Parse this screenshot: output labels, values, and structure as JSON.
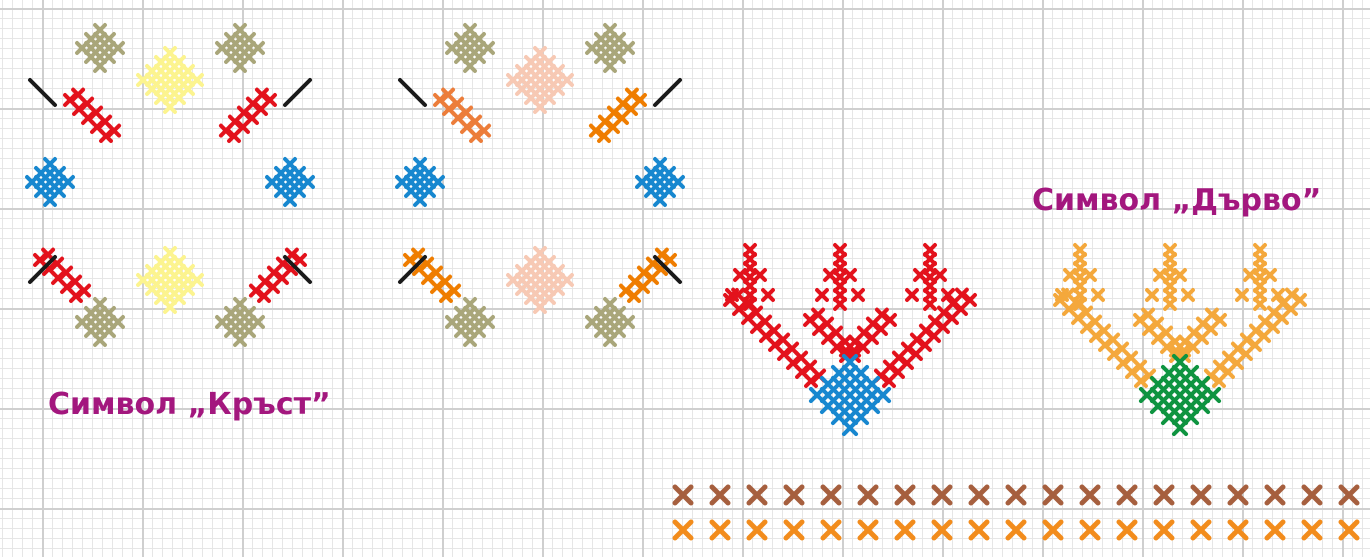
{
  "labels": {
    "cross_symbol": "Символ „Кръст”",
    "tree_symbol": "Символ „Дърво”"
  },
  "colors": {
    "olive": "#a9a67a",
    "yellow": "#fcf48f",
    "red": "#e3121c",
    "blue": "#1787cf",
    "black": "#1a1a1a",
    "peach": "#f7c9b4",
    "light_orange": "#ec7d3a",
    "orange": "#ef7d00",
    "tree_orange": "#f4a83c",
    "green": "#0e9440",
    "brown": "#a65f3e",
    "border_orange": "#f28c1c",
    "label_purple": "#a3177e",
    "grid_minor": "#e6e6e6",
    "grid_major": "#cfcfcf"
  },
  "motifs": [
    {
      "id": "cross-motif-1",
      "name": "cross-symbol-motif",
      "colors": [
        "olive",
        "yellow",
        "red",
        "blue",
        "black"
      ]
    },
    {
      "id": "cross-motif-2",
      "name": "cross-symbol-motif-variant",
      "colors": [
        "olive",
        "peach",
        "light_orange",
        "orange",
        "blue",
        "black"
      ]
    },
    {
      "id": "tree-motif-1",
      "name": "tree-symbol-motif",
      "colors": [
        "red",
        "blue"
      ]
    },
    {
      "id": "tree-motif-2",
      "name": "tree-symbol-motif-variant",
      "colors": [
        "tree_orange",
        "green"
      ]
    },
    {
      "id": "border",
      "name": "stitch-border",
      "colors": [
        "brown",
        "border_orange"
      ]
    }
  ]
}
